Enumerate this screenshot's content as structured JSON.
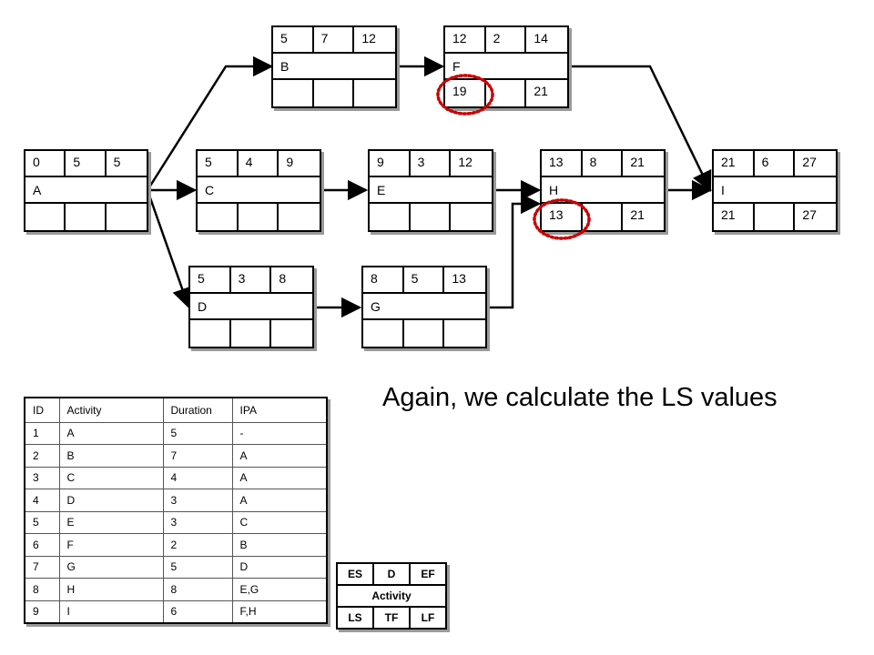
{
  "title": "Again, we calculate the LS values",
  "nodes": {
    "A": {
      "name": "A",
      "es": "0",
      "d": "5",
      "ef": "5",
      "ls": "",
      "tf": "",
      "lf": ""
    },
    "B": {
      "name": "B",
      "es": "5",
      "d": "7",
      "ef": "12",
      "ls": "",
      "tf": "",
      "lf": ""
    },
    "C": {
      "name": "C",
      "es": "5",
      "d": "4",
      "ef": "9",
      "ls": "",
      "tf": "",
      "lf": ""
    },
    "D": {
      "name": "D",
      "es": "5",
      "d": "3",
      "ef": "8",
      "ls": "",
      "tf": "",
      "lf": ""
    },
    "E": {
      "name": "E",
      "es": "9",
      "d": "3",
      "ef": "12",
      "ls": "",
      "tf": "",
      "lf": ""
    },
    "F": {
      "name": "F",
      "es": "12",
      "d": "2",
      "ef": "14",
      "ls": "19",
      "tf": "",
      "lf": "21"
    },
    "G": {
      "name": "G",
      "es": "8",
      "d": "5",
      "ef": "13",
      "ls": "",
      "tf": "",
      "lf": ""
    },
    "H": {
      "name": "H",
      "es": "13",
      "d": "8",
      "ef": "21",
      "ls": "13",
      "tf": "",
      "lf": "21"
    },
    "I": {
      "name": "I",
      "es": "21",
      "d": "6",
      "ef": "27",
      "ls": "21",
      "tf": "",
      "lf": "27"
    }
  },
  "edges": [
    {
      "from": "A",
      "to": "B"
    },
    {
      "from": "A",
      "to": "C"
    },
    {
      "from": "A",
      "to": "D"
    },
    {
      "from": "B",
      "to": "F"
    },
    {
      "from": "C",
      "to": "E"
    },
    {
      "from": "D",
      "to": "G"
    },
    {
      "from": "E",
      "to": "H"
    },
    {
      "from": "G",
      "to": "H"
    },
    {
      "from": "F",
      "to": "I"
    },
    {
      "from": "H",
      "to": "I"
    }
  ],
  "highlights": [
    "F.ls",
    "H.ls"
  ],
  "highlight_color": "#cc0000",
  "table": {
    "headers": [
      "ID",
      "Activity",
      "Duration",
      "IPA"
    ],
    "rows": [
      [
        "1",
        "A",
        "5",
        "-"
      ],
      [
        "2",
        "B",
        "7",
        "A"
      ],
      [
        "3",
        "C",
        "4",
        "A"
      ],
      [
        "4",
        "D",
        "3",
        "A"
      ],
      [
        "5",
        "E",
        "3",
        "C"
      ],
      [
        "6",
        "F",
        "2",
        "B"
      ],
      [
        "7",
        "G",
        "5",
        "D"
      ],
      [
        "8",
        "H",
        "8",
        "E,G"
      ],
      [
        "9",
        "I",
        "6",
        "F,H"
      ]
    ]
  },
  "legend": {
    "es": "ES",
    "d": "D",
    "ef": "EF",
    "activity": "Activity",
    "ls": "LS",
    "tf": "TF",
    "lf": "LF"
  }
}
